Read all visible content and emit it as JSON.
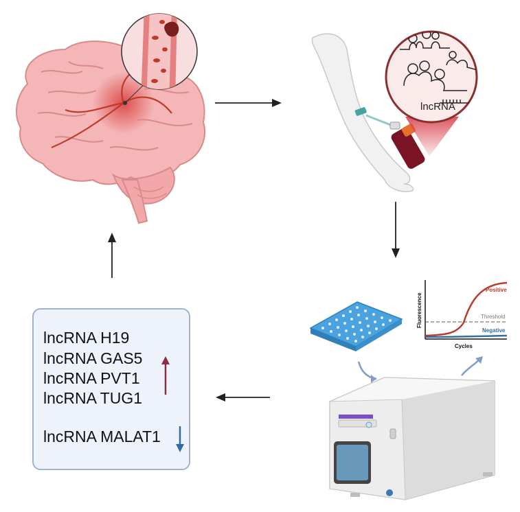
{
  "bubble_label": "lncRNA",
  "qpcr_chart": {
    "positive_label": "Positive",
    "threshold_label": "Threshold",
    "negative_label": "Negative",
    "ylabel": "Fluorescence",
    "xlabel": "Cycles"
  },
  "lncrna_list": {
    "upregulated": [
      "lncRNA H19",
      "lncRNA GAS5",
      "lncRNA PVT1",
      "lncRNA TUG1"
    ],
    "downregulated": [
      "lncRNA MALAT1"
    ]
  },
  "colors": {
    "up_arrow": "#8b2e45",
    "down_arrow": "#2f6ea3",
    "box_fill": "#eef3fb",
    "box_border": "#9cb3d1",
    "positive_curve": "#c0392b",
    "negative_curve": "#2f6ea3"
  },
  "icons": [
    "brain-icon",
    "blood-vessel-magnifier-icon",
    "arm-blood-draw-icon",
    "rna-bubble-icon",
    "pcr-plate-icon",
    "qpcr-machine-icon"
  ]
}
